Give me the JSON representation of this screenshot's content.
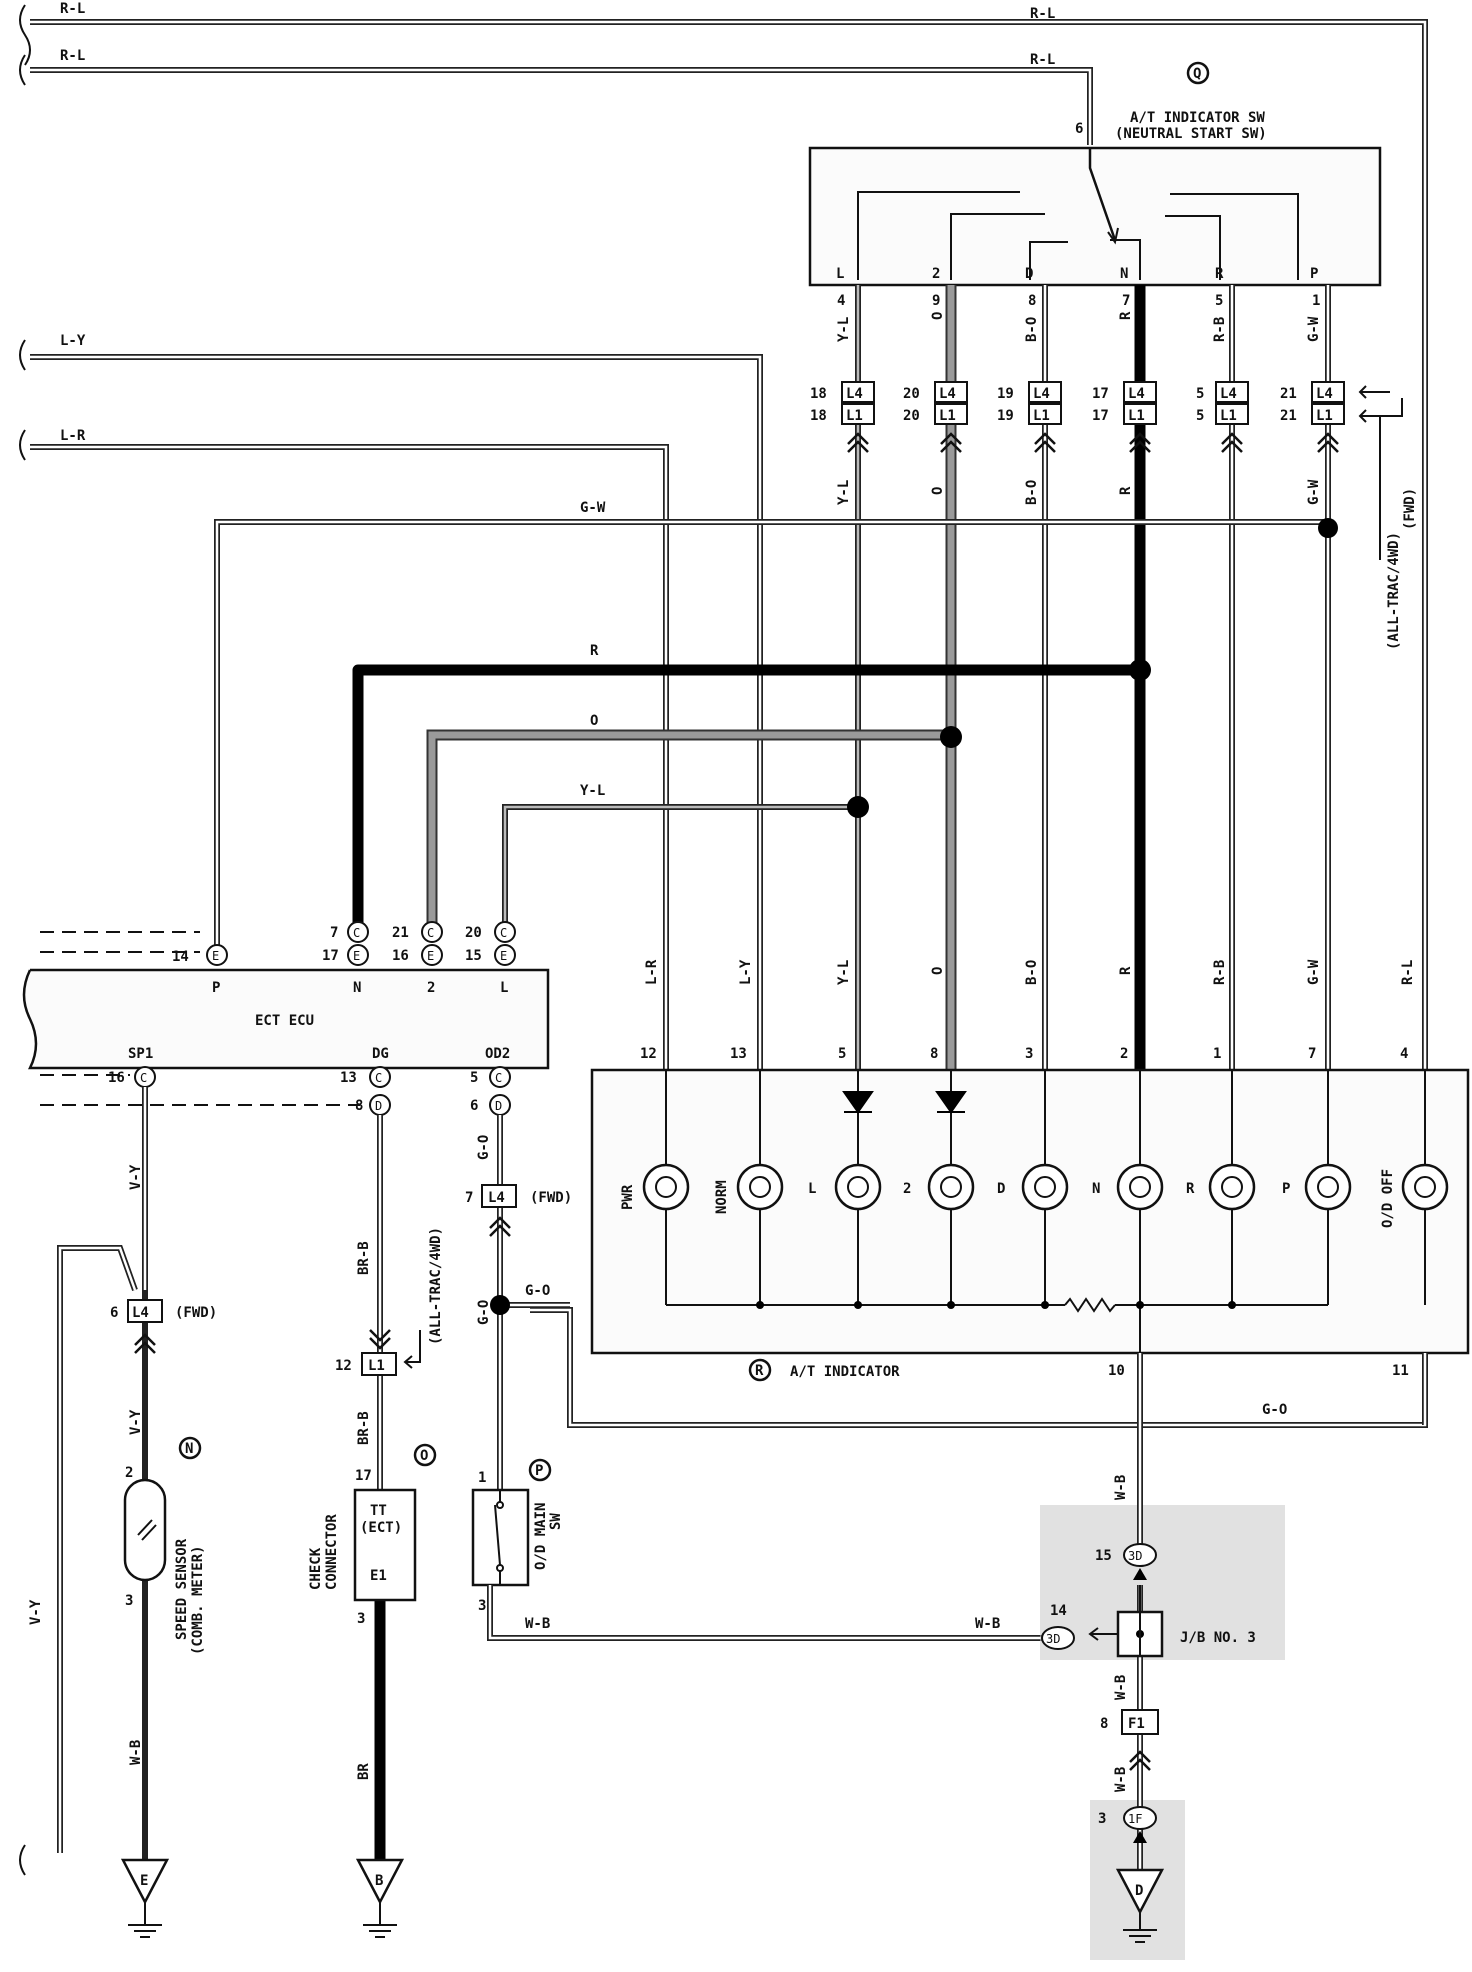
{
  "components": {
    "indicator_sw": {
      "ref": "Q",
      "title": "A/T INDICATOR SW",
      "subtitle": "(NEUTRAL START SW)",
      "pin_top": "6",
      "positions": [
        "L",
        "2",
        "D",
        "N",
        "R",
        "P"
      ],
      "pins": [
        "4",
        "9",
        "8",
        "7",
        "5",
        "1"
      ],
      "colors": [
        "Y-L",
        "O",
        "B-O",
        "R",
        "R-B",
        "G-W"
      ]
    },
    "connectors": {
      "rows": [
        {
          "pin_l4": "18",
          "pin_l1": "18"
        },
        {
          "pin_l4": "20",
          "pin_l1": "20"
        },
        {
          "pin_l4": "19",
          "pin_l1": "19"
        },
        {
          "pin_l4": "17",
          "pin_l1": "17"
        },
        {
          "pin_l4": "5",
          "pin_l1": "5"
        },
        {
          "pin_l4": "21",
          "pin_l1": "21"
        }
      ],
      "l4": "L4",
      "l1": "L1",
      "note": "(ALL-TRAC/4WD)",
      "note2": "(FWD)"
    },
    "ecu": {
      "title": "ECT ECU",
      "top_pins": [
        {
          "num": "14",
          "conn": "E",
          "name": "P"
        },
        {
          "num": "7",
          "conn": "C",
          "alt": "17",
          "alt_conn": "E",
          "name": "N"
        },
        {
          "num": "21",
          "conn": "C",
          "alt": "16",
          "alt_conn": "E",
          "name": "2"
        },
        {
          "num": "20",
          "conn": "C",
          "alt": "15",
          "alt_conn": "E",
          "name": "L"
        }
      ],
      "bottom_pins": [
        {
          "num": "16",
          "conn": "C",
          "name": "SP1"
        },
        {
          "num": "13",
          "conn": "C",
          "alt": "8",
          "alt_conn": "D",
          "name": "DG"
        },
        {
          "num": "5",
          "conn": "C",
          "alt": "6",
          "alt_conn": "D",
          "name": "OD2"
        }
      ]
    },
    "at_indicator": {
      "ref": "R",
      "title": "A/T INDICATOR",
      "top_pins": [
        "12",
        "13",
        "5",
        "8",
        "3",
        "2",
        "1",
        "7",
        "4"
      ],
      "wire_colors": [
        "L-R",
        "L-Y",
        "Y-L",
        "O",
        "B-O",
        "R",
        "R-B",
        "G-W",
        "R-L"
      ],
      "lamps": [
        "PWR",
        "NORM",
        "L",
        "2",
        "D",
        "N",
        "R",
        "P",
        "O/D OFF"
      ],
      "bottom_pins": [
        "10",
        "11"
      ]
    },
    "speed_sensor": {
      "ref": "N",
      "name": "SPEED SENSOR",
      "sub": "(COMB. METER)",
      "pin_top": "2",
      "pin_bot": "3",
      "l4_pin": "6",
      "l4": "L4",
      "note": "(FWD)",
      "wire_in": "V-Y",
      "wire_out": "W-B",
      "left_wire": "V-Y",
      "ground": "E"
    },
    "check_connector": {
      "ref": "O",
      "name": "CHECK",
      "name2": "CONNECTOR",
      "tt": "TT",
      "ect": "(ECT)",
      "e1": "E1",
      "pin_top": "17",
      "pin_bot": "3",
      "l1_pin": "12",
      "l1": "L1",
      "note": "(ALL-TRAC/4WD)",
      "wire_in": "BR-B",
      "wire_out": "BR",
      "ground": "B"
    },
    "od_main_sw": {
      "ref": "P",
      "name": "O/D MAIN",
      "name2": "SW",
      "pin_top": "1",
      "pin_bot": "3",
      "l4_pin": "7",
      "l4": "L4",
      "note": "(FWD)",
      "wire_in": "G-O",
      "wire_mid": "G-O",
      "wire_out": "W-B"
    },
    "jb": {
      "name": "J/B NO. 3",
      "pin15": "15",
      "pin14": "14",
      "conn": "3D",
      "f1_pin": "8",
      "f1": "F1",
      "f1_conn": "1F",
      "f1_pin2": "3",
      "ground": "D",
      "wire": "W-B"
    }
  },
  "wires": {
    "top1": "R-L",
    "top2": "R-L",
    "ly": "L-Y",
    "lr": "L-R",
    "gw": "G-W",
    "r": "R",
    "o": "O",
    "yl": "Y-L",
    "go": "G-O",
    "wb": "W-B"
  }
}
